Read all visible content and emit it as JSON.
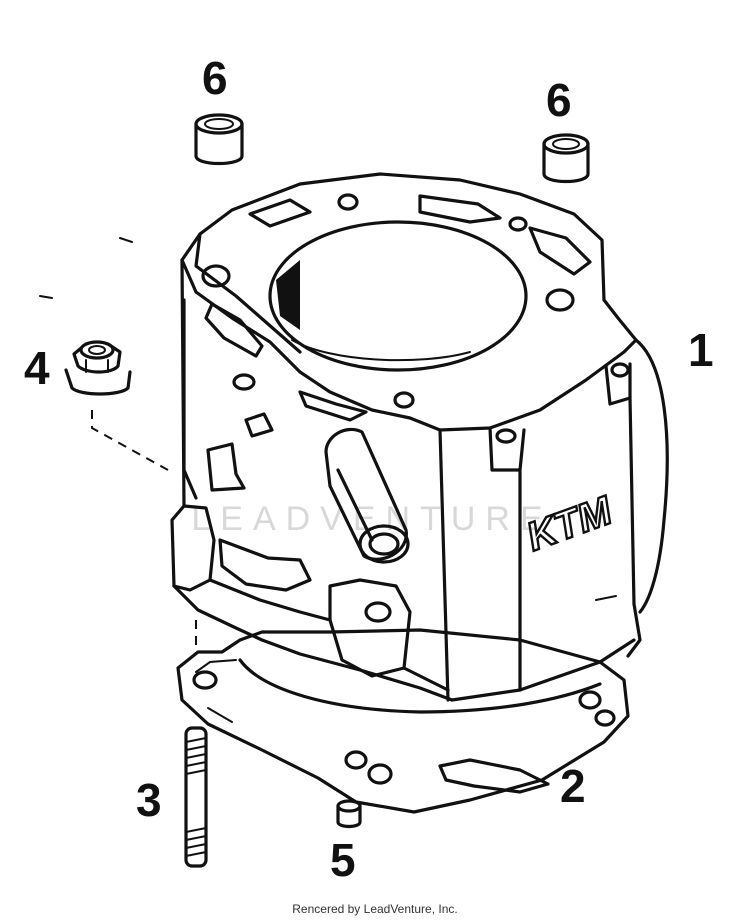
{
  "parts": [
    {
      "number": "1",
      "part": "cylinder"
    },
    {
      "number": "2",
      "part": "cylinder-base-gasket"
    },
    {
      "number": "3",
      "part": "stud"
    },
    {
      "number": "4",
      "part": "collar-nut"
    },
    {
      "number": "5",
      "part": "dowel-sleeve"
    },
    {
      "number": "6",
      "part": "dowel-sleeve"
    }
  ],
  "labels": {
    "cylinder": "1",
    "gasket": "2",
    "stud": "3",
    "nut": "4",
    "dowel_bottom": "5",
    "dowel_left": "6",
    "dowel_right": "6"
  },
  "brand_mark": "KTM",
  "watermark": "LEADVENTURE",
  "footer": "Rencered by LeadVenture, Inc."
}
